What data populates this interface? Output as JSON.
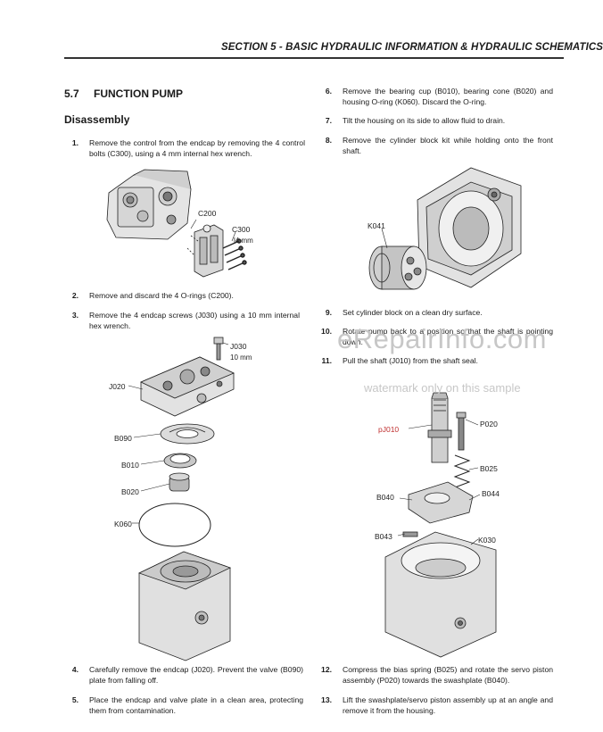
{
  "header": {
    "title": "SECTION 5 - BASIC HYDRAULIC INFORMATION & HYDRAULIC SCHEMATICS"
  },
  "section": {
    "number": "5.7",
    "title": "FUNCTION PUMP",
    "subtitle": "Disassembly"
  },
  "steps": [
    {
      "num": "1.",
      "text": "Remove the control from the endcap by removing the 4 control bolts (C300), using a 4 mm internal hex wrench."
    },
    {
      "num": "2.",
      "text": "Remove and discard the 4 O-rings (C200)."
    },
    {
      "num": "3.",
      "text": "Remove the 4 endcap screws (J030) using a 10 mm internal hex wrench."
    },
    {
      "num": "4.",
      "text": "Carefully remove the endcap (J020). Prevent the valve (B090) plate from falling off."
    },
    {
      "num": "5.",
      "text": "Place the endcap and valve plate in a clean area, protecting them from contamination."
    },
    {
      "num": "6.",
      "text": "Remove the bearing cup (B010), bearing cone (B020) and housing O-ring (K060). Discard the O-ring."
    },
    {
      "num": "7.",
      "text": "Tilt the housing on its side to allow fluid to drain."
    },
    {
      "num": "8.",
      "text": "Remove the cylinder block kit while holding onto the front shaft."
    },
    {
      "num": "9.",
      "text": "Set cylinder block on a clean dry surface."
    },
    {
      "num": "10.",
      "text": "Rotate pump back to a position so that the shaft is pointing down."
    },
    {
      "num": "11.",
      "text": "Pull the shaft (J010) from the shaft seal."
    },
    {
      "num": "12.",
      "text": "Compress the bias spring (B025) and rotate the servo piston assembly (P020) towards the swashplate (B040)."
    },
    {
      "num": "13.",
      "text": "Lift the swashplate/servo piston assembly up at an angle and remove it from the housing."
    }
  ],
  "figures": {
    "fig1": {
      "c200": "C200",
      "c300": "C300",
      "c300_size": "l4 mm"
    },
    "fig2": {
      "j030": "J030",
      "j030_size": "10 mm",
      "j020": "J020",
      "b090": "B090",
      "b010": "B010",
      "b020": "B020",
      "k060": "K060"
    },
    "fig3": {
      "k041": "K041"
    },
    "fig4": {
      "j010": "pJ010",
      "p020": "P020",
      "b025": "B025",
      "b040": "B040",
      "b044": "B044",
      "b043": "B043",
      "k030": "K030"
    }
  },
  "watermark": {
    "site": "eRepairInfo.com",
    "note": "watermark only on this sample"
  }
}
